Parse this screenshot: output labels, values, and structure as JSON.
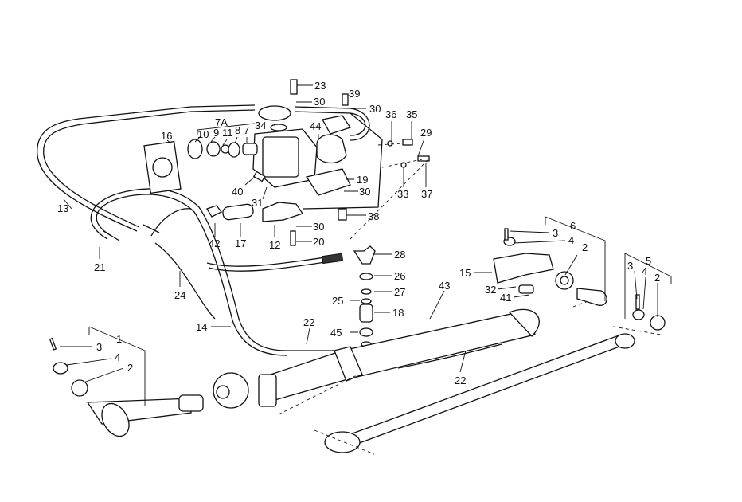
{
  "title": "Power steering assembly exploded parts diagram",
  "callouts": {
    "c23": "23",
    "c30a": "30",
    "c39": "39",
    "c30b": "30",
    "c7A": "7A",
    "c34": "34",
    "c10": "10",
    "c9": "9",
    "c11": "11",
    "c8": "8",
    "c7": "7",
    "c44": "44",
    "c36": "36",
    "c35": "35",
    "c29": "29",
    "c16": "16",
    "c19": "19",
    "c30c": "30",
    "c33": "33",
    "c37": "37",
    "c40": "40",
    "c31": "31",
    "c38": "38",
    "c13": "13",
    "c42": "42",
    "c17": "17",
    "c12": "12",
    "c30d": "30",
    "c20": "20",
    "c21": "21",
    "c28": "28",
    "c26": "26",
    "c27": "27",
    "c25": "25",
    "c18": "18",
    "c45": "45",
    "c24": "24",
    "c14": "14",
    "c22a": "22",
    "c43": "43",
    "c22b": "22",
    "c6": "6",
    "c3a": "3",
    "c4a": "4",
    "c2a": "2",
    "c15": "15",
    "c32": "32",
    "c41": "41",
    "c5": "5",
    "c3b": "3",
    "c4b": "4",
    "c2b": "2",
    "c1": "1",
    "c3c": "3",
    "c4c": "4",
    "c2c": "2"
  }
}
